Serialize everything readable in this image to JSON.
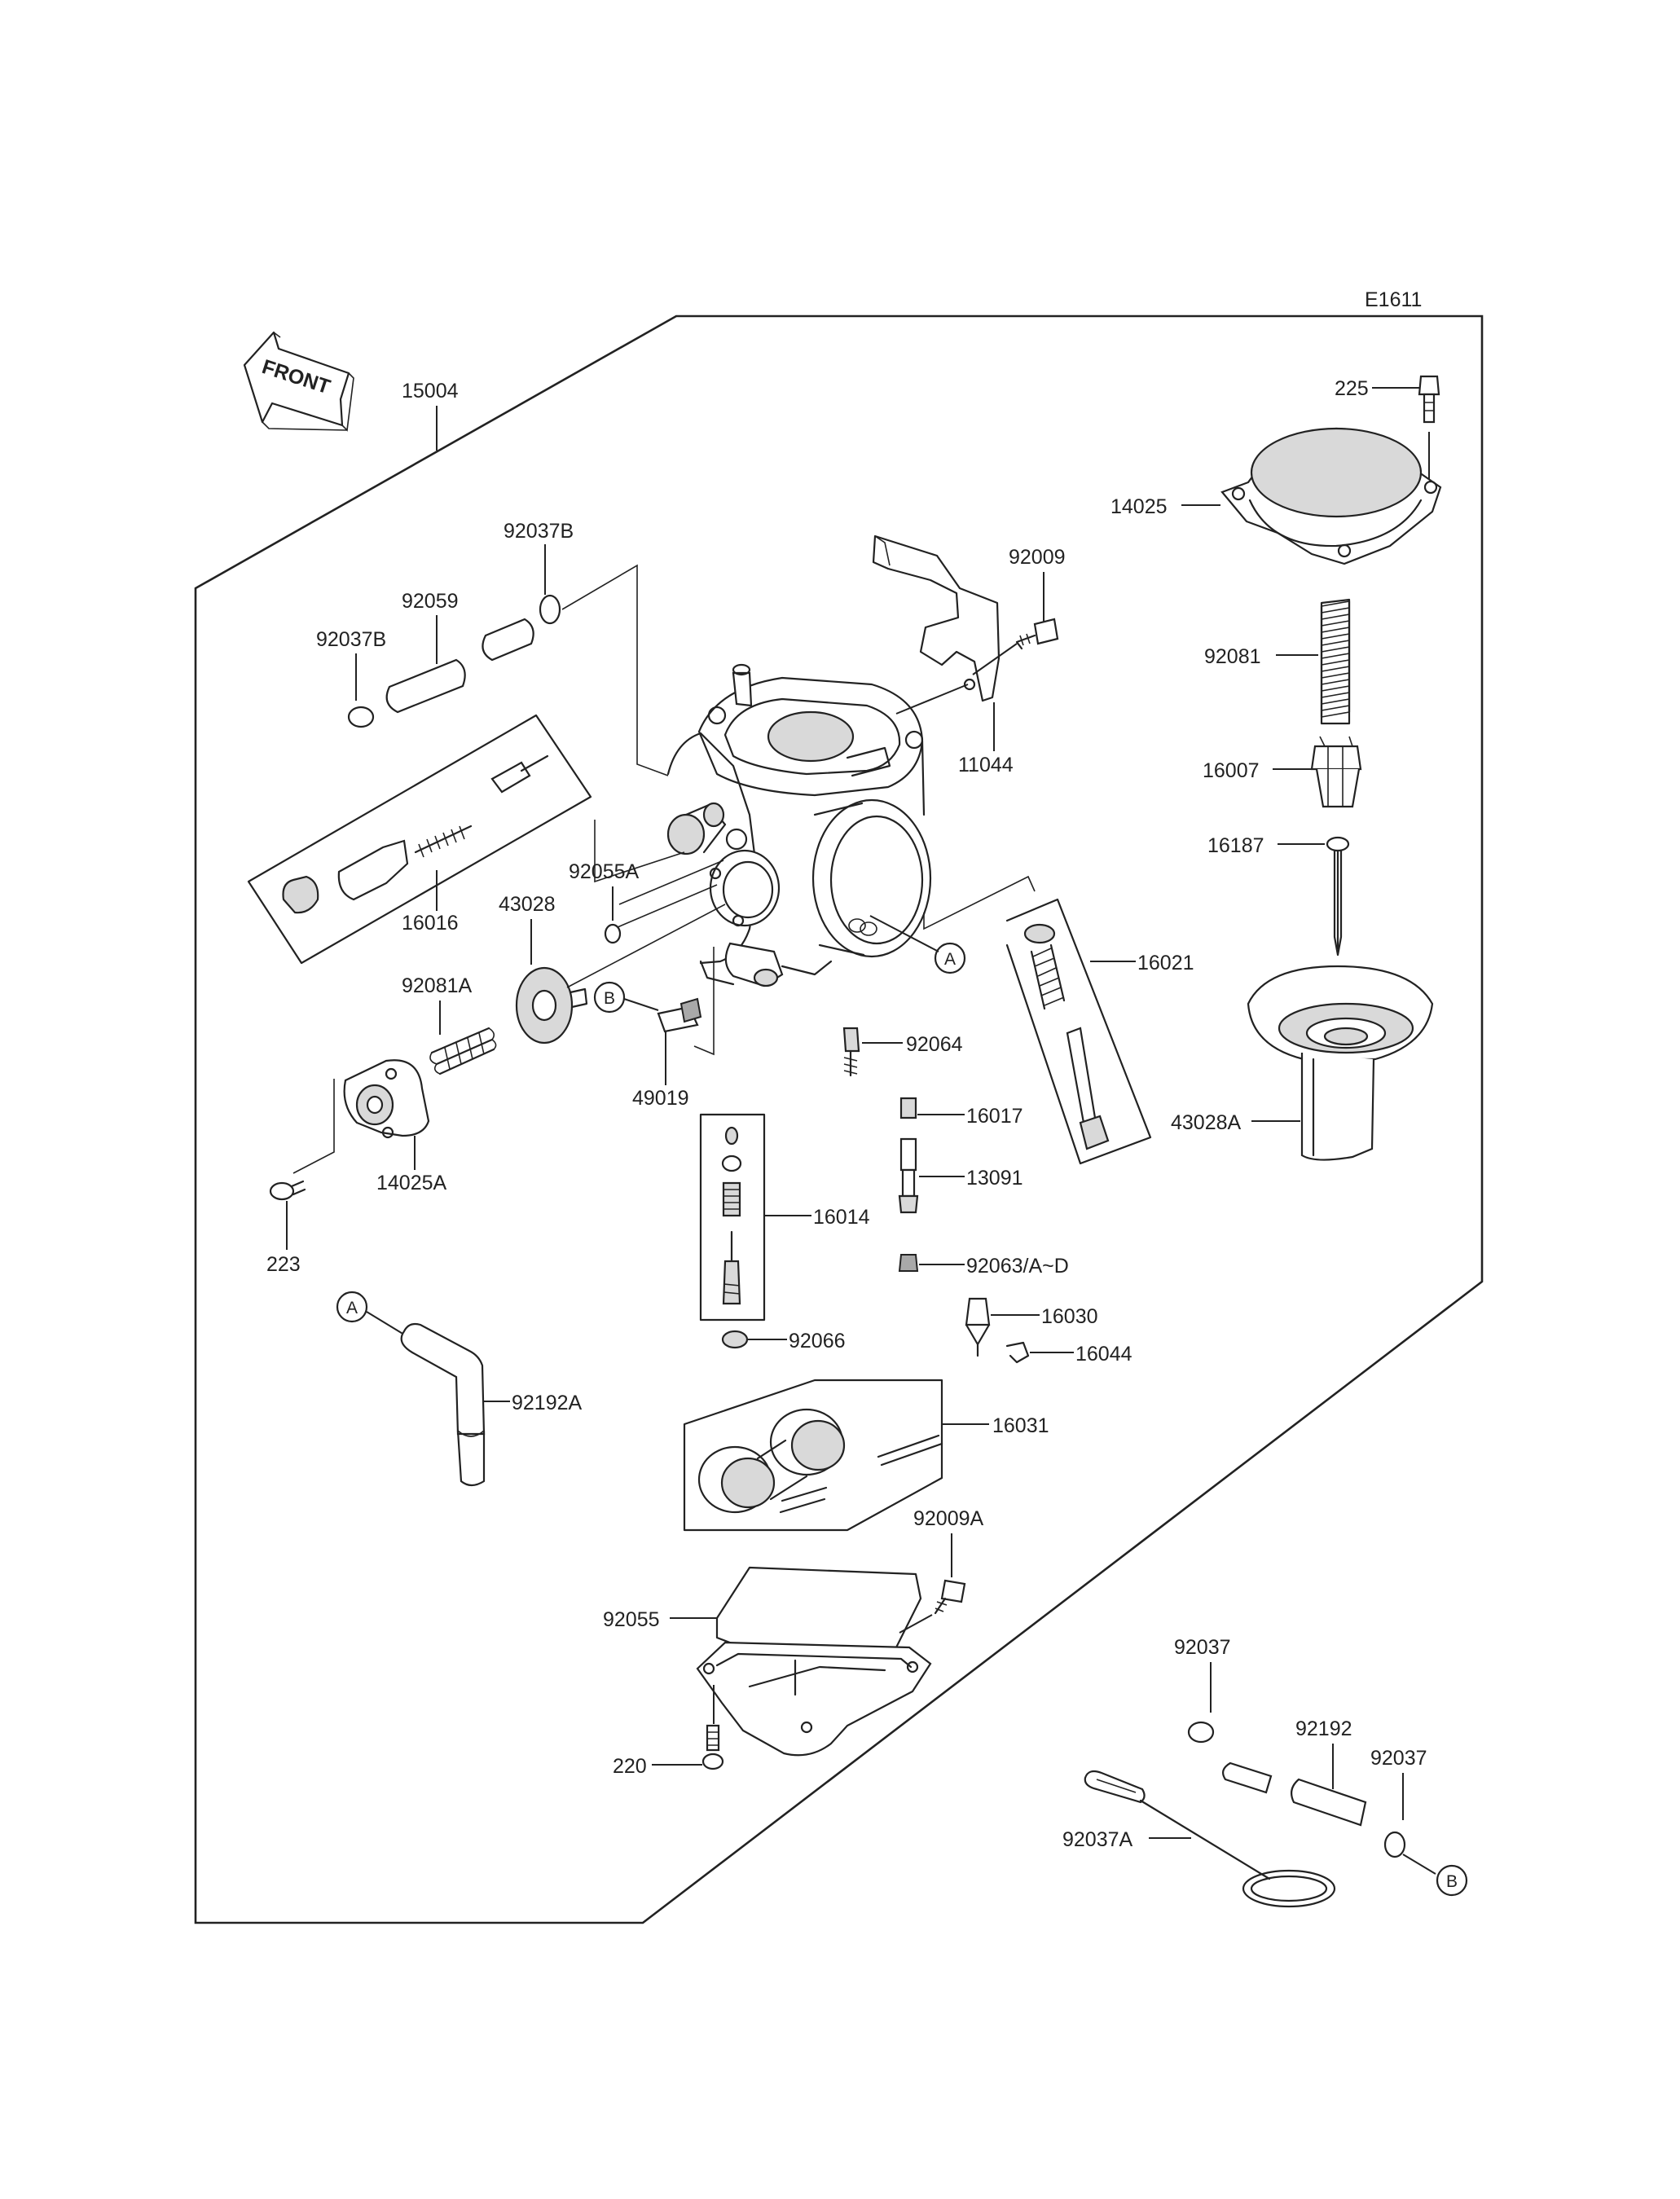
{
  "diagram_code": "E1611",
  "front_arrow": {
    "text": "FRONT",
    "icon": "front-arrow-icon"
  },
  "callouts": {
    "a": "A",
    "b": "B"
  },
  "parts": {
    "p15004": "15004",
    "p92037B_1": "92037B",
    "p92059": "92059",
    "p92037B_2": "92037B",
    "p16016": "16016",
    "p43028": "43028",
    "p92055A": "92055A",
    "p92081A": "92081A",
    "p49019": "49019",
    "p14025A": "14025A",
    "p223": "223",
    "p92192A": "92192A",
    "p92009": "92009",
    "p11044": "11044",
    "p225": "225",
    "p14025": "14025",
    "p92081": "92081",
    "p16007": "16007",
    "p16187": "16187",
    "p16021": "16021",
    "p43028A": "43028A",
    "p92064": "92064",
    "p16017": "16017",
    "p13091": "13091",
    "p16014": "16014",
    "p92063": "92063/A~D",
    "p16030": "16030",
    "p16044": "16044",
    "p92066": "92066",
    "p16031": "16031",
    "p92009A": "92009A",
    "p92055": "92055",
    "p220": "220",
    "p92037_1": "92037",
    "p92192": "92192",
    "p92037_2": "92037",
    "p92037A": "92037A"
  }
}
